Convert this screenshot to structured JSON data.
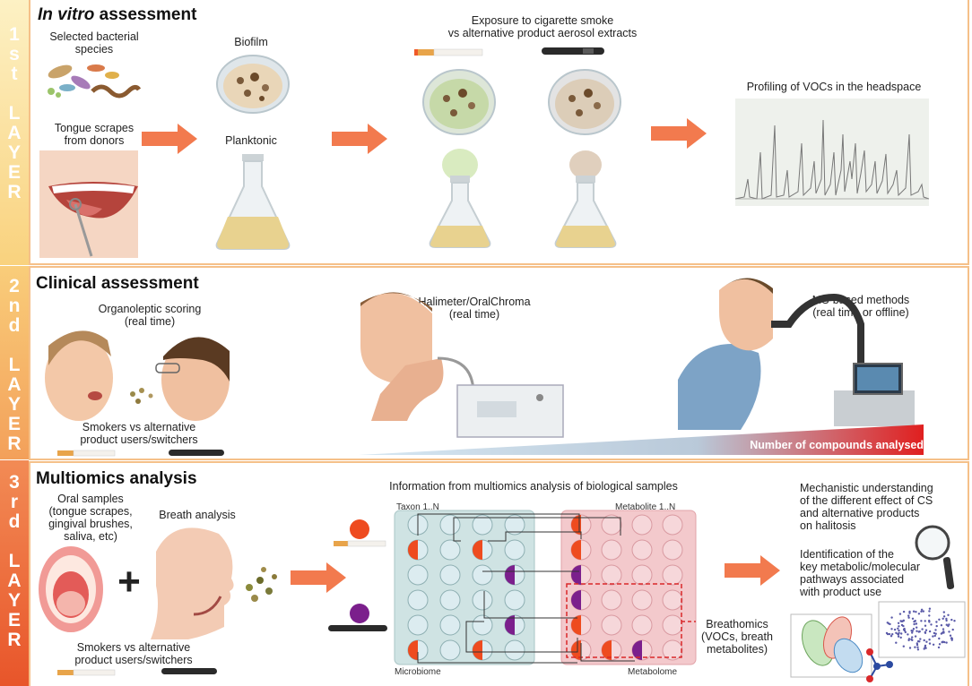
{
  "layers": [
    {
      "stripe": "1st LAYER",
      "title_italic": "In vitro",
      "title_rest": " assessment"
    },
    {
      "stripe": "2nd LAYER",
      "title": "Clinical assessment"
    },
    {
      "stripe": "3rd LAYER",
      "title": "Multiomics analysis"
    }
  ],
  "layer1": {
    "selected_species": "Selected bacterial\nspecies",
    "tongue_scrapes": "Tongue scrapes\nfrom donors",
    "biofilm": "Biofilm",
    "planktonic": "Planktonic",
    "exposure": "Exposure to cigarette smoke\nvs alternative product aerosol extracts",
    "profiling": "Profiling of VOCs in the headspace"
  },
  "layer2": {
    "organoleptic": "Organoleptic scoring\n(real time)",
    "smokers_vs": "Smokers vs alternative\nproduct users/switchers",
    "halimeter": "Halimeter/OralChroma\n(real time)",
    "ms_methods": "MS-based methods\n(real time or offline)",
    "compounds_bar": "Number of compounds analysed"
  },
  "layer3": {
    "oral_samples": "Oral samples\n(tongue scrapes,\ngingival brushes,\nsaliva, etc)",
    "plus": "+",
    "breath_analysis": "Breath analysis",
    "smokers_vs": "Smokers vs alternative\nproduct users/switchers",
    "info_title": "Information from multiomics analysis of biological samples",
    "taxon": "Taxon 1..N",
    "metabolite": "Metabolite 1..N",
    "microbiome": "Microbiome",
    "metabolome": "Metabolome",
    "breathomics": "Breathomics\n(VOCs, breath\nmetabolites)",
    "mechanistic": "Mechanistic understanding\nof the different effect of CS\nand alternative products\non halitosis",
    "identification": "Identification of the\nkey metabolic/molecular\npathways associated\nwith product use"
  },
  "colors": {
    "stripe_top": "#fbe8a6",
    "stripe_bottom": "#ea5a2a",
    "panel_border": "#f5c089",
    "arrow": "#f07a50",
    "orange_dot": "#ee4b1f",
    "purple_dot": "#7b1f8c"
  }
}
